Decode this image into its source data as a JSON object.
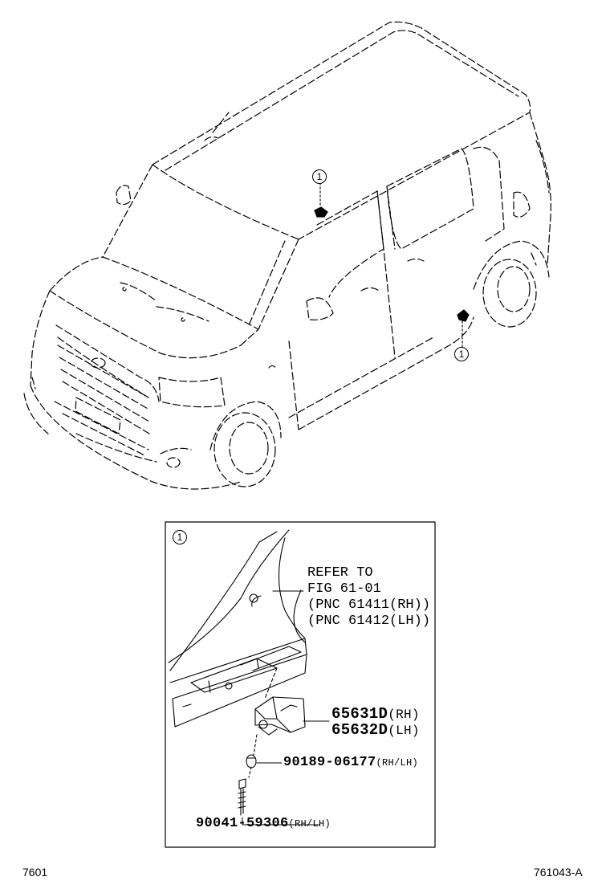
{
  "callout_marker": "1",
  "refer": {
    "line1": "REFER TO",
    "line2": "FIG 61-01",
    "line3": "(PNC 61411(RH))",
    "line4": "(PNC 61412(LH))"
  },
  "parts": [
    {
      "number": "65631D",
      "suffix": "(RH)"
    },
    {
      "number": "65632D",
      "suffix": "(LH)"
    },
    {
      "number": "90189-06177",
      "suffix": "(RH/LH)"
    },
    {
      "number": "90041-59306",
      "suffix": "(RH/LH)"
    }
  ],
  "footer": {
    "left_code": "7601",
    "right_code": "761043-A"
  }
}
